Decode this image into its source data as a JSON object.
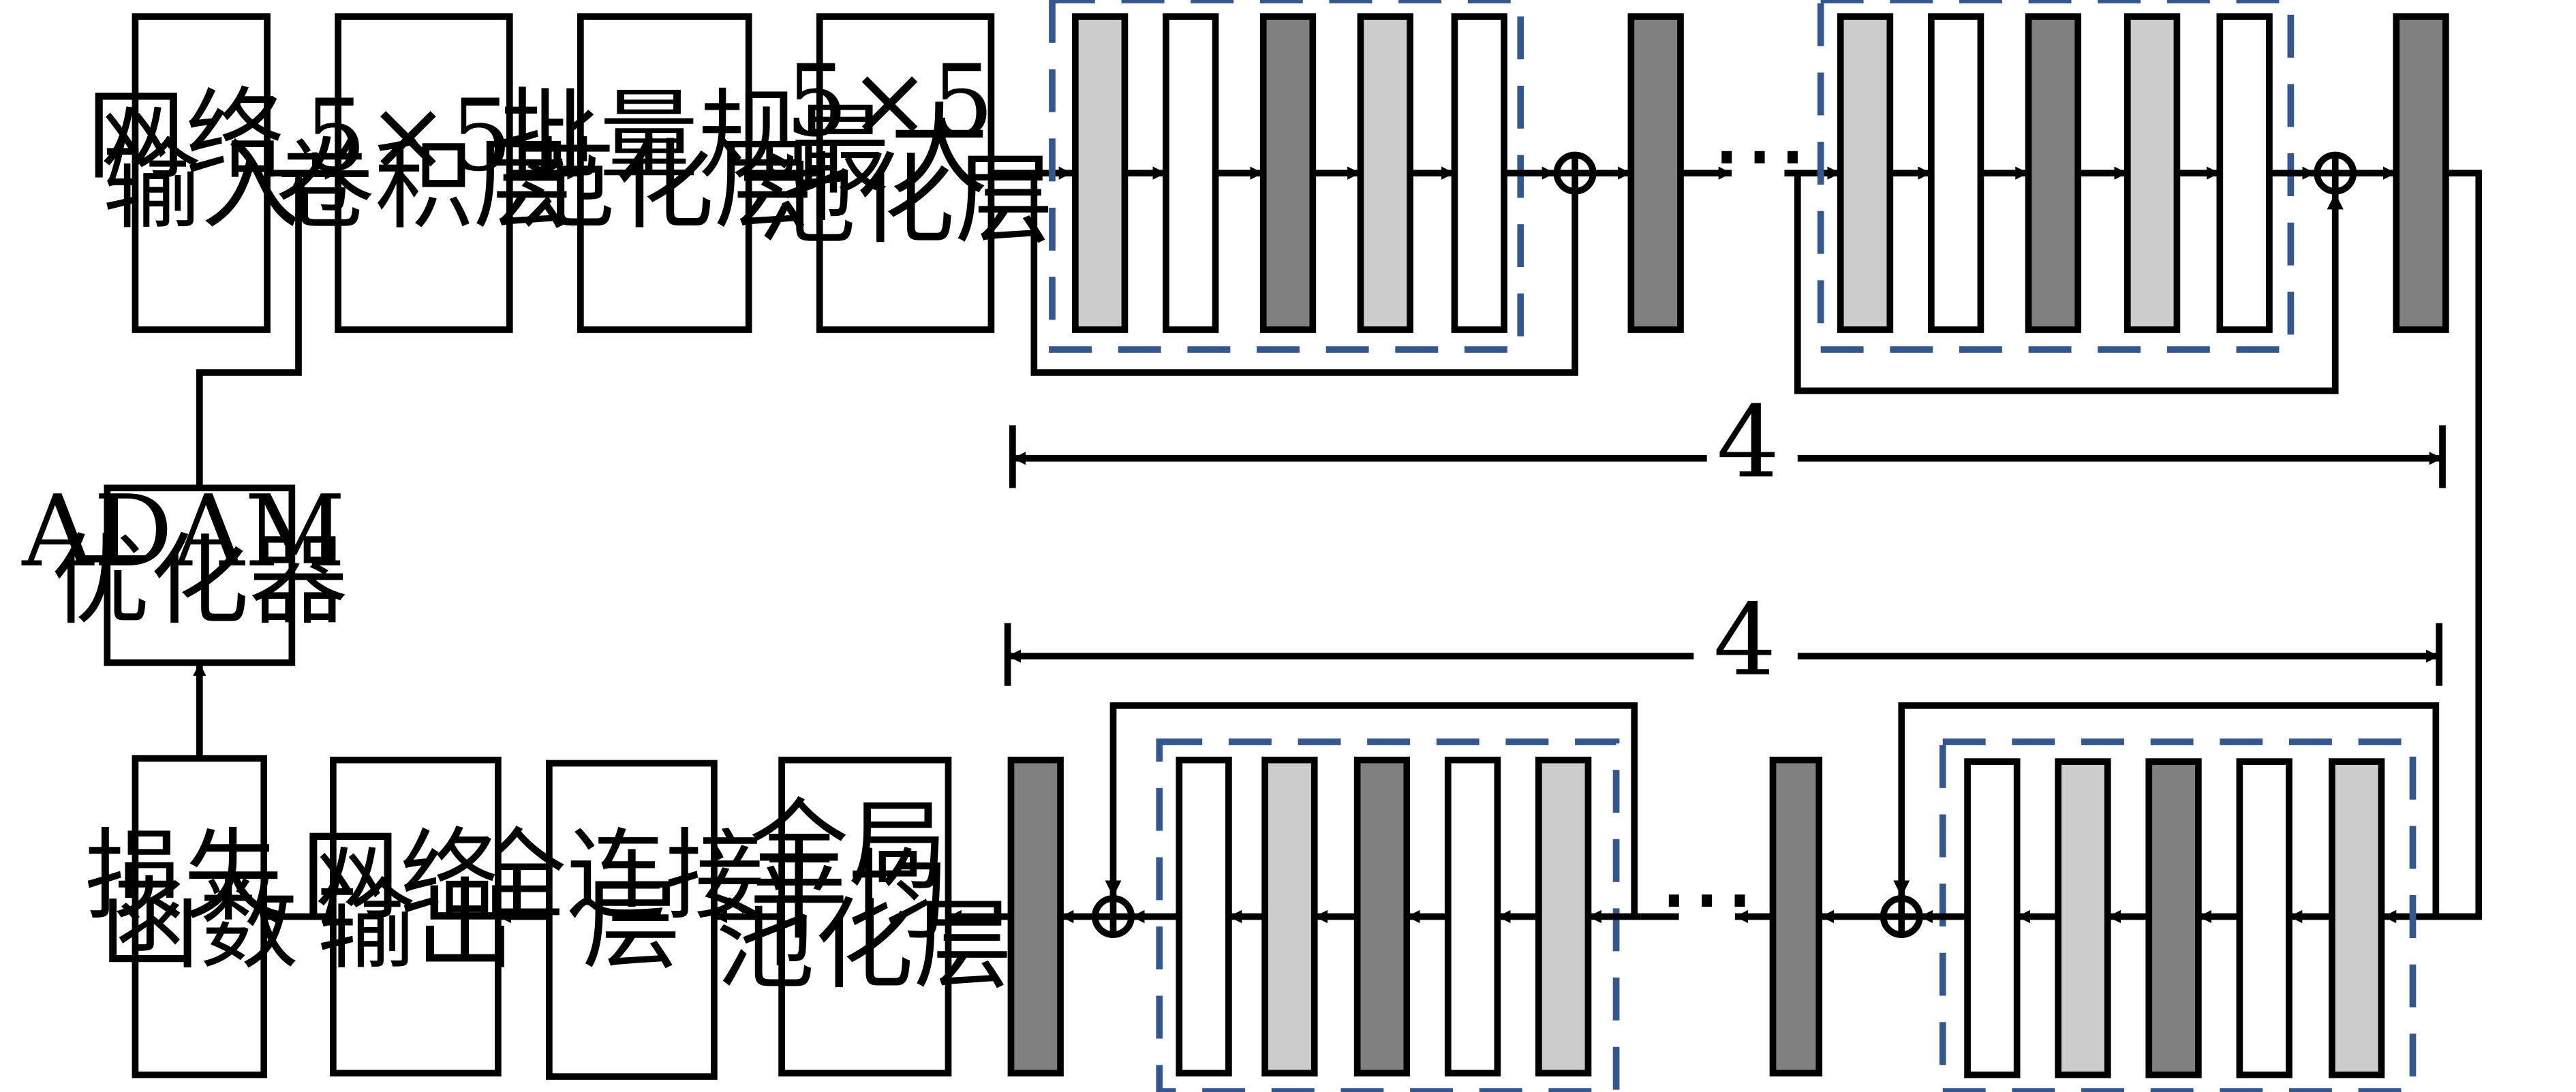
{
  "blocks": {
    "network_input": [
      "网络",
      "输入"
    ],
    "conv": [
      "5×5",
      "卷积层"
    ],
    "batch_norm": [
      "批量规",
      "范化层"
    ],
    "max_pool": [
      "5×5",
      "最大",
      "池化层"
    ],
    "adam": [
      "ADAM",
      "优化器"
    ],
    "loss": [
      "损失",
      "函数"
    ],
    "network_output": [
      "网络",
      "输出"
    ],
    "fully_connected": [
      "全连接",
      "层"
    ],
    "global_avg_pool": [
      "全局",
      "平均",
      "池化层"
    ]
  },
  "repeat_top": "4",
  "repeat_bottom": "4",
  "ellipsis": "⋯",
  "colors": {
    "light_gray": "#cccccc",
    "dark_gray": "#808080",
    "dashed_border": "#35578f"
  }
}
